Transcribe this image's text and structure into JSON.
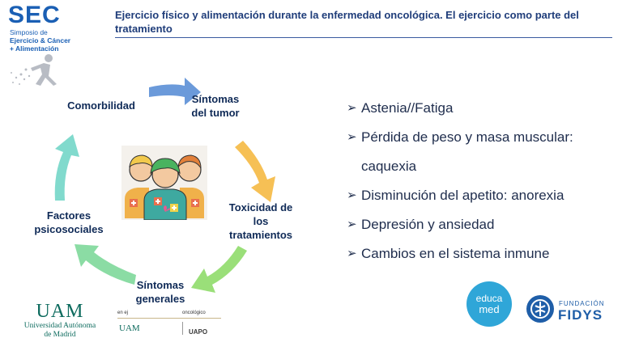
{
  "logo": {
    "title": "SEC",
    "line1": "Simposio de",
    "line2": "Ejercicio & Cáncer",
    "line3": "+ Alimentación"
  },
  "header": {
    "title": "Ejercicio físico y alimentación durante la enfermedad oncológica. El ejercicio como parte del tratamiento"
  },
  "cycle": {
    "tumor_line1": "Síntomas",
    "tumor_line2": "del tumor",
    "toxicity_line1": "Toxicidad de",
    "toxicity_line2": "los",
    "toxicity_line3": "tratamientos",
    "general_line1": "Síntomas",
    "general_line2": "generales",
    "psycho_line1": "Factores",
    "psycho_line2": "psicosociales",
    "comorbidity": "Comorbilidad",
    "arrow_colors": [
      "#5b8fd6",
      "#f5b942",
      "#8fdc6a",
      "#7ed89a",
      "#73d6c8"
    ]
  },
  "bullets": {
    "item1": "Astenia//Fatiga",
    "item2": "Pérdida de peso y masa muscular:",
    "item2_cont": "caquexia",
    "item3": "Disminución del apetito: anorexia",
    "item4": "Depresión y ansiedad",
    "item5": "Cambios en el sistema inmune"
  },
  "footer": {
    "uam_mark": "UAM",
    "uam_line1": "Universidad Autónoma",
    "uam_line2": "de Madrid",
    "strip_left": "en ej",
    "strip_right": "oncológico",
    "strip_uam": "UAM",
    "strip_uapo": "UAPO",
    "educa_line1": "educa",
    "educa_line2": "med",
    "fidys_small": "FUNDACIÓN",
    "fidys_big": "FIDYS"
  }
}
